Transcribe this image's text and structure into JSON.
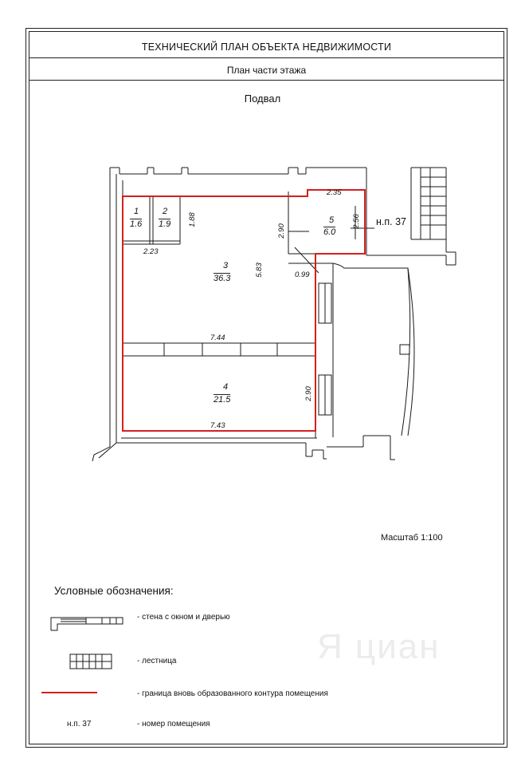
{
  "document": {
    "title": "ТЕХНИЧЕСКИЙ ПЛАН ОБЪЕКТА НЕДВИЖИМОСТИ",
    "subtitle": "План части этажа",
    "floor": "Подвал",
    "scale": "Масштаб 1:100"
  },
  "rooms": [
    {
      "number": "1",
      "area": "1.6"
    },
    {
      "number": "2",
      "area": "1.9"
    },
    {
      "number": "3",
      "area": "36.3"
    },
    {
      "number": "4",
      "area": "21.5"
    },
    {
      "number": "5",
      "area": "6.0"
    }
  ],
  "dimensions": {
    "d_2_35": "2.35",
    "d_1_88": "1.88",
    "d_2_23": "2.23",
    "d_2_90_a": "2.90",
    "d_2_56": "2.56",
    "d_5_83": "5.83",
    "d_0_99": "0.99",
    "d_7_44": "7.44",
    "d_2_90_b": "2.90",
    "d_7_43": "7.43"
  },
  "room_label": "н.п. 37",
  "legend": {
    "title": "Условные обозначения:",
    "items": [
      {
        "symbol": "wall-window-door",
        "text": "- стена с окном и дверью"
      },
      {
        "symbol": "stairs",
        "text": "- лестница"
      },
      {
        "symbol": "red-boundary",
        "text": "- граница вновь образованного контура помещения"
      },
      {
        "symbol": "room-number",
        "label": "н.п. 37",
        "text": "- номер помещения"
      }
    ]
  },
  "watermark": "Я циан",
  "colors": {
    "boundary": "#d42020",
    "lines": "#1a1a1a",
    "watermark": "#ececec"
  }
}
